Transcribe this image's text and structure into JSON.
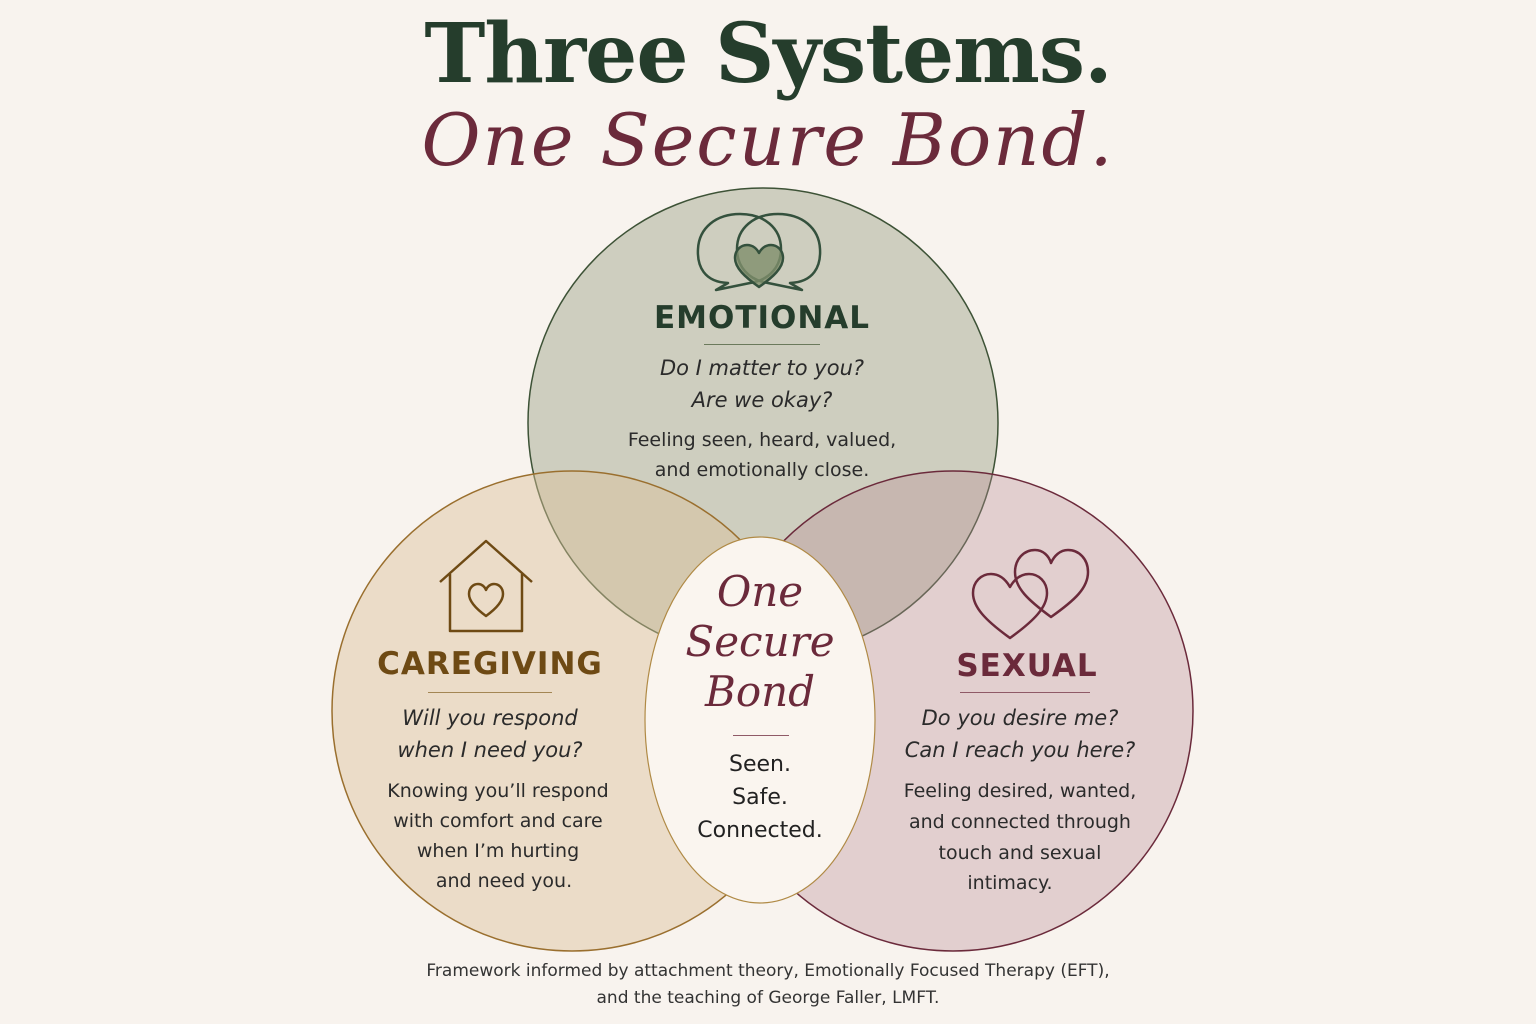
{
  "title": {
    "line1": "Three Systems.",
    "line2": "One Secure Bond."
  },
  "colors": {
    "background": "#f8f3ee",
    "emotional": "#253d2c",
    "caregiving": "#6e4a14",
    "sexual": "#6b2a3b"
  },
  "systems": {
    "emotional": {
      "icon": "speech-bubbles-heart-icon",
      "heading": "EMOTIONAL",
      "question1": "Do I matter to you?",
      "question2": "Are we okay?",
      "desc1": "Feeling seen, heard, valued,",
      "desc2": "and emotionally close."
    },
    "caregiving": {
      "icon": "house-heart-icon",
      "heading": "CAREGIVING",
      "question1": "Will you respond",
      "question2": "when I need you?",
      "desc1": "Knowing you’ll respond",
      "desc2": "with comfort and care",
      "desc3": "when I’m hurting",
      "desc4": "and need you."
    },
    "sexual": {
      "icon": "two-hearts-icon",
      "heading": "SEXUAL",
      "question1": "Do you desire me?",
      "question2": "Can I reach you here?",
      "desc1": "Feeling desired, wanted,",
      "desc2": "and connected through",
      "desc3": "touch and sexual",
      "desc4": "intimacy."
    }
  },
  "center": {
    "script1": "One",
    "script2": "Secure",
    "script3": "Bond",
    "word1": "Seen.",
    "word2": "Safe.",
    "word3": "Connected."
  },
  "footer": {
    "line1": "Framework informed by attachment theory, Emotionally Focused Therapy (EFT),",
    "line2": "and the teaching of George Faller, LMFT."
  }
}
